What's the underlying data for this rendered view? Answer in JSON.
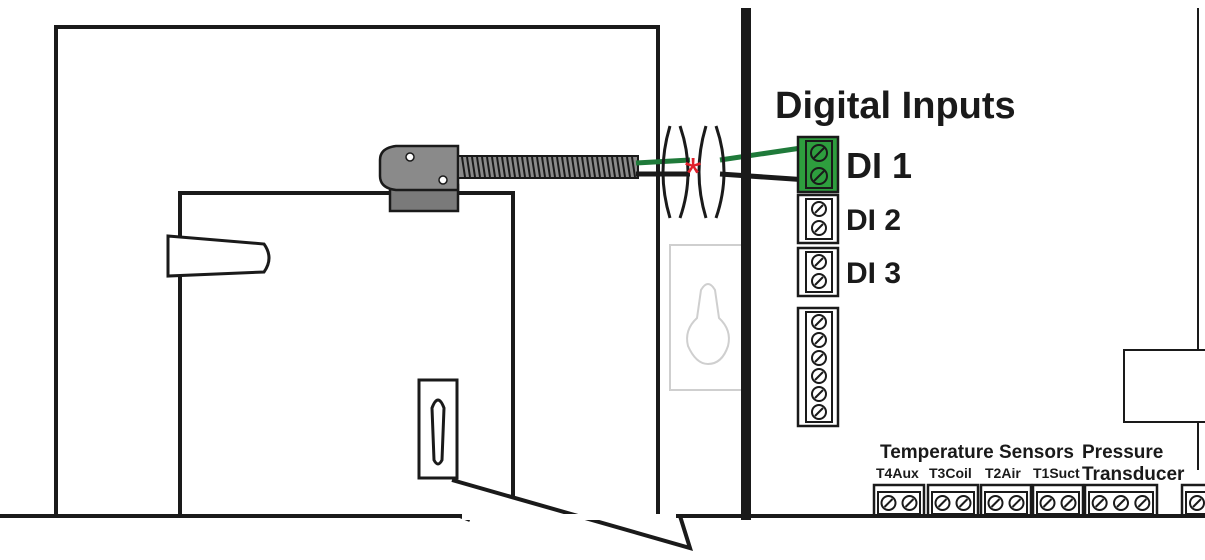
{
  "digital_inputs": {
    "title": "Digital Inputs",
    "items": [
      "DI 1",
      "DI 2",
      "DI 3"
    ]
  },
  "temperature_sensors": {
    "title": "Temperature Sensors",
    "terminals": [
      "T4Aux",
      "T3Coil",
      "T2Air",
      "T1Suct"
    ]
  },
  "pressure_transducer": {
    "title_line1": "Pressure",
    "title_line2": "Transducer"
  },
  "annotation": {
    "wire_break_marker": "*"
  },
  "colors": {
    "stroke": "#1a1a1a",
    "green_terminal": "#2e9e3e",
    "green_wire": "#1f7a3a",
    "switch_body": "#8a8a8a",
    "switch_base": "#7a7a7a",
    "asterisk": "#e0202a",
    "background": "#ffffff"
  }
}
